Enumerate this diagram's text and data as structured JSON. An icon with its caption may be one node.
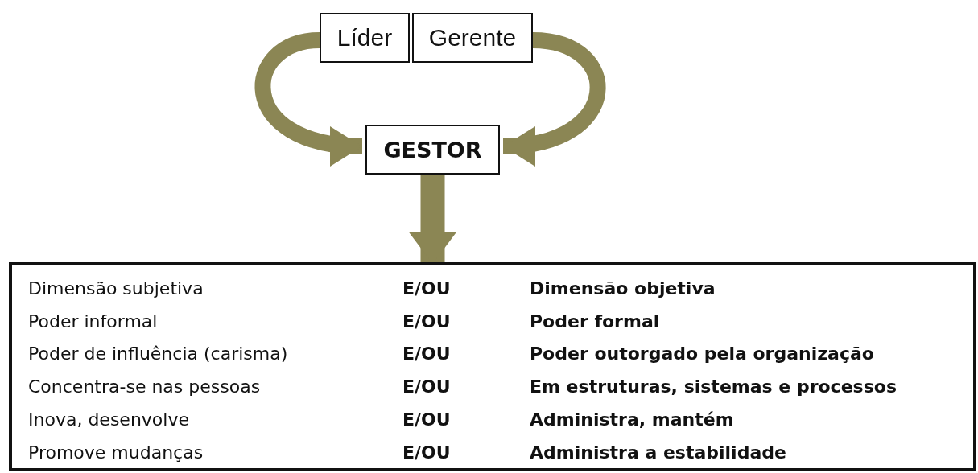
{
  "diagram": {
    "nodes": [
      {
        "text": [
          "Líder"
        ]
      },
      {
        "text": [
          "Gerente"
        ]
      },
      {
        "text": [
          "GESTOR"
        ]
      },
      {
        "text": [],
        "shape": "box"
      }
    ],
    "edges": [
      {
        "from": 0,
        "to": 2,
        "arrow": "to"
      },
      {
        "from": 1,
        "to": 2,
        "arrow": "to"
      },
      {
        "from": 2,
        "to": 3,
        "arrow": "to"
      }
    ],
    "labels": [
      "Dimensão subjetiva",
      "E/OU",
      "Dimensão objetiva",
      "Poder informal",
      "E/OU",
      "Poder formal",
      "Poder de influência (carisma)",
      "E/OU",
      "Poder outorgado pela organização",
      "Concentra-se nas pessoas",
      "E/OU",
      "Em estruturas, sistemas e processos",
      "Inova, desenvolve",
      "E/OU",
      "Administra, mantém",
      "Promove mudanças",
      "E/OU",
      "Administra a estabilidade"
    ]
  }
}
